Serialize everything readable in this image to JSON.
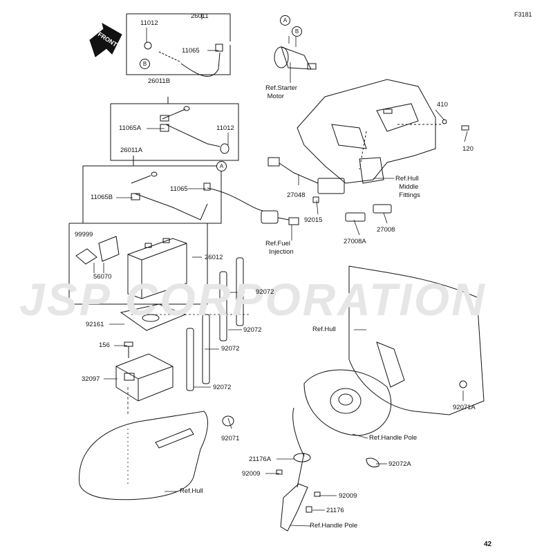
{
  "page": {
    "figure_code": "F3181",
    "page_number": "42",
    "watermark": "JSP CORPORATION"
  },
  "front_arrow": {
    "label": "FRONT"
  },
  "circle_markers": {
    "a": "A",
    "b": "B"
  },
  "parts": {
    "p11012_top": "11012",
    "p26011": "26011",
    "p11065_top": "11065",
    "p26011B": "26011B",
    "p11065A": "11065A",
    "p11012_mid": "11012",
    "p26011A": "26011A",
    "p11065_mid": "11065",
    "p11065B": "11065B",
    "p99999": "99999",
    "p26012": "26012",
    "p56070": "56070",
    "p92072_a": "92072",
    "p92161": "92161",
    "p92072_b": "92072",
    "p156": "156",
    "p92072_c": "92072",
    "p32097": "32097",
    "p92072_d": "92072",
    "p92071": "92071",
    "p410": "410",
    "p120": "120",
    "p27048": "27048",
    "p92015": "92015",
    "p27008": "27008",
    "p27008A": "27008A",
    "p92071A": "92071A",
    "p21176A": "21176A",
    "p92009_a": "92009",
    "p92072A": "92072A",
    "p92009_b": "92009",
    "p21176": "21176"
  },
  "references": {
    "starter_motor": "Ref.Starter\n Motor",
    "hull_middle": "Ref.Hull\n  Middle\n  Fittings",
    "fuel_injection": "Ref.Fuel\n  Injection",
    "hull_right": "Ref.Hull",
    "handle_pole_1": "Ref.Handle Pole",
    "hull_bottom": "Ref.Hull",
    "handle_pole_2": "Ref.Handle Pole"
  }
}
